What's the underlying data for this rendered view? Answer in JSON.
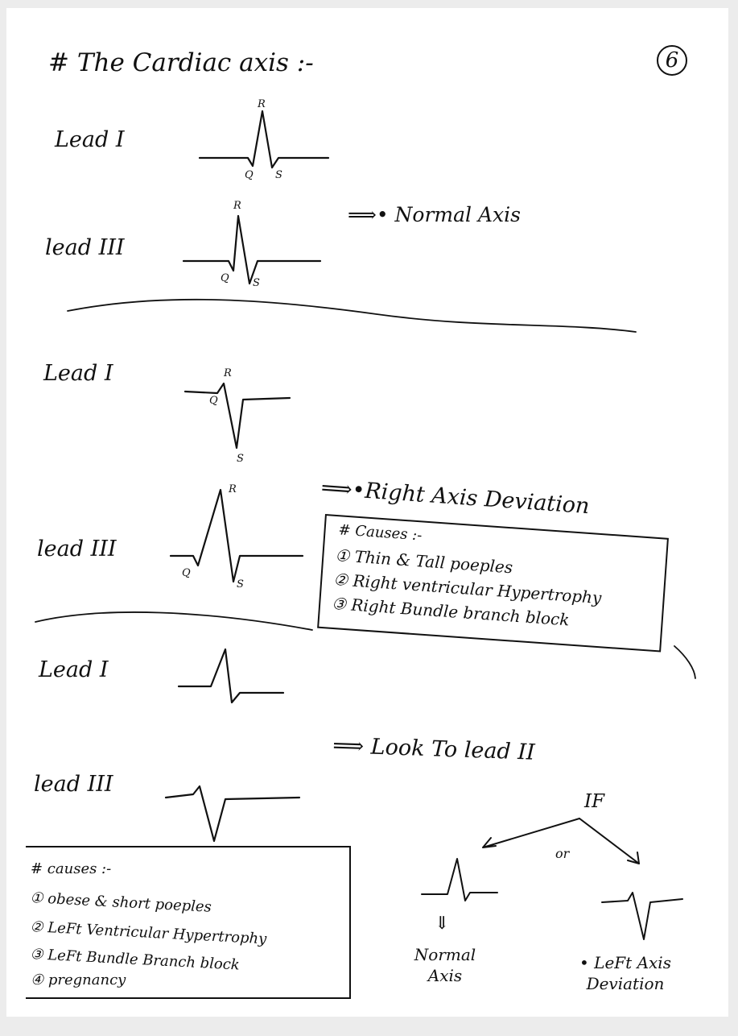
{
  "header": {
    "title": "# The Cardiac axis :-",
    "page_number": "6"
  },
  "leads": {
    "lead_I": "Lead I",
    "lead_III": "lead III"
  },
  "wave_labels": {
    "r": "R",
    "q": "Q",
    "s": "S"
  },
  "section_normal": {
    "result": "⟹• Normal Axis"
  },
  "section_right": {
    "result": "⟹•Right Axis Deviation",
    "causes_heading": "# Causes :-",
    "causes": [
      "① Thin & Tall poeples",
      "② Right ventricular Hypertrophy",
      "③ Right Bundle branch block"
    ]
  },
  "section_left": {
    "instruction": "⟹ Look To lead II",
    "if_label": "IF",
    "or_label": "or",
    "option_normal": "Normal Axis",
    "option_normal_arrow": "⇓",
    "option_left": "• LeFt Axis Deviation",
    "causes_heading": "# causes :-",
    "causes": [
      "① obese & short poeples",
      "② LeFt Ventricular Hypertrophy",
      "③ LeFt Bundle Branch block",
      "④ pregnancy"
    ]
  }
}
